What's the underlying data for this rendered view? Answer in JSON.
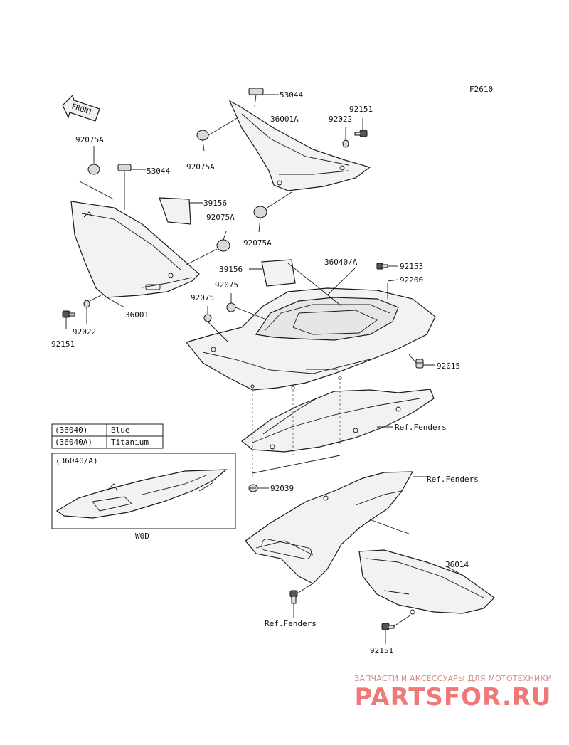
{
  "figure_code": "F2610",
  "front_arrow_label": "FRONT",
  "callouts": {
    "p53044_top": "53044",
    "p36001A": "36001A",
    "p92151_top": "92151",
    "p92022_top": "92022",
    "p92075A_left": "92075A",
    "p92075A_mid": "92075A",
    "p53044_left": "53044",
    "p39156_left": "39156",
    "p92075A_center": "92075A",
    "p92075A_lower": "92075A",
    "p36040A": "36040/A",
    "p92153": "92153",
    "p39156_center": "39156",
    "p92200": "92200",
    "p92075_a": "92075",
    "p92075_b": "92075",
    "p36001": "36001",
    "p92022_left": "92022",
    "p92151_left": "92151",
    "p92015": "92015",
    "ref_fenders_1": "Ref.Fenders",
    "ref_fenders_2": "Ref.Fenders",
    "p92039": "92039",
    "p36014": "36014",
    "ref_fenders_3": "Ref.Fenders",
    "p92151_bottom": "92151"
  },
  "color_table": {
    "rows": [
      {
        "part": "(36040)",
        "color": "Blue"
      },
      {
        "part": "(36040A)",
        "color": "Titanium"
      }
    ]
  },
  "inset": {
    "label": "(36040/A)",
    "caption": "W0D"
  },
  "watermark": {
    "tagline": "ЗАПЧАСТИ И АКСЕССУАРЫ ДЛЯ МОТОТЕХНИКИ",
    "brand": "PARTSFOR.RU",
    "color": "#ef7878"
  }
}
